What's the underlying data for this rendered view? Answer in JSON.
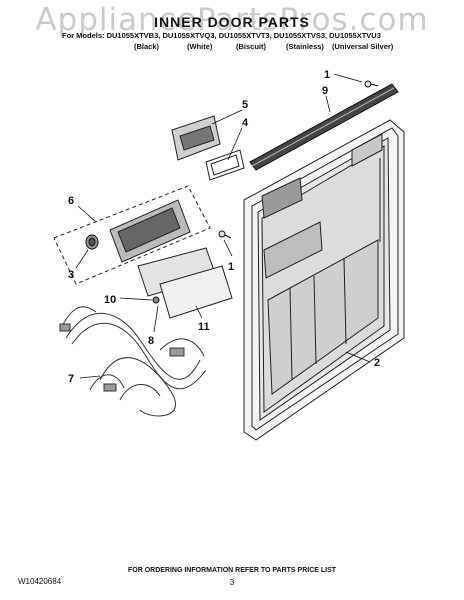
{
  "watermark": "AppliancePartsPros.com",
  "title": "INNER DOOR PARTS",
  "models_line": "For Models: DU1055XTVB3, DU1055XTVQ3, DU1055XTVT3, DU1055XTVS3, DU1055XTVU3",
  "colors": [
    "(Black)",
    "(White)",
    "(Biscuit)",
    "(Stainless)",
    "(Universal Silver)"
  ],
  "callouts": [
    "1",
    "9",
    "5",
    "4",
    "6",
    "3",
    "1",
    "10",
    "8",
    "11",
    "7",
    "2"
  ],
  "footer": {
    "doc_number": "W10420684",
    "ordering_note": "FOR ORDERING INFORMATION REFER TO PARTS PRICE LIST",
    "page": "3"
  }
}
